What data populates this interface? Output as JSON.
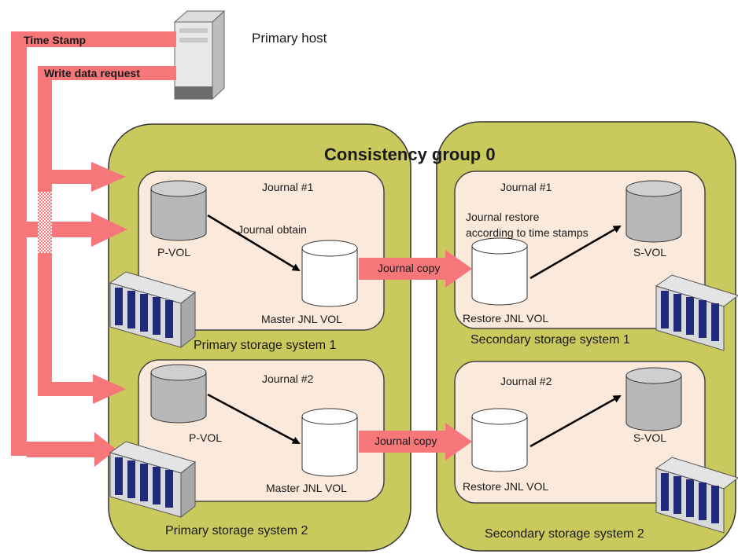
{
  "colors": {
    "group_fill": "#c9c95d",
    "journal_fill": "#fbe9dc",
    "arrow_fill": "#f5777a",
    "disk_gray": "#b7b7b7",
    "rack_blue": "#1f2a7a"
  },
  "host": {
    "label": "Primary host",
    "icon": "server-tower-icon"
  },
  "signals": {
    "time_stamp": "Time Stamp",
    "write_request": "Write data request"
  },
  "group": {
    "title": "Consistency group 0"
  },
  "primary_systems": [
    {
      "label": "Primary storage system 1",
      "journal": "Journal #1",
      "pvol": "P-VOL",
      "master": "Master JNL VOL",
      "obtain": "Journal obtain"
    },
    {
      "label": "Primary storage system 2",
      "journal": "Journal #2",
      "pvol": "P-VOL",
      "master": "Master JNL VOL"
    }
  ],
  "secondary_systems": [
    {
      "label": "Secondary storage system 1",
      "journal": "Journal #1",
      "restore_vol": "Restore JNL VOL",
      "svol": "S-VOL",
      "restore_note_1": "Journal restore",
      "restore_note_2": "according to time stamps"
    },
    {
      "label": "Secondary storage system 2",
      "journal": "Journal #2",
      "restore_vol": "Restore JNL VOL",
      "svol": "S-VOL"
    }
  ],
  "copy_labels": [
    "Journal copy",
    "Journal copy"
  ]
}
